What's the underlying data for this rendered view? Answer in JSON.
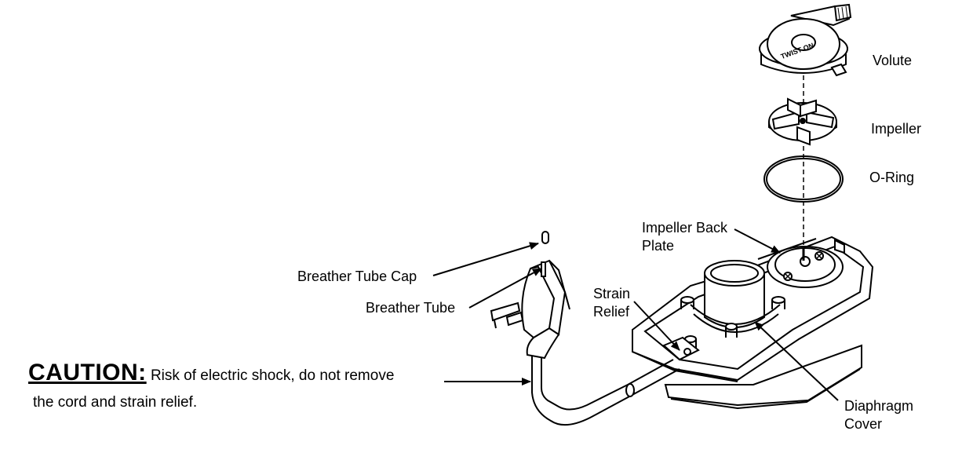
{
  "labels": {
    "volute": "Volute",
    "impeller": "Impeller",
    "o_ring": "O-Ring",
    "impeller_back_plate_line1": "Impeller Back",
    "impeller_back_plate_line2": "Plate",
    "breather_tube_cap": "Breather Tube Cap",
    "breather_tube": "Breather Tube",
    "strain_relief_line1": "Strain",
    "strain_relief_line2": "Relief",
    "diaphragm_cover_line1": "Diaphragm",
    "diaphragm_cover_line2": "Cover"
  },
  "caution": {
    "heading": "CAUTION:",
    "line1": "Risk of electric shock, do not remove",
    "line2": "the cord and strain relief."
  },
  "volute_marking": "TWIST ON"
}
